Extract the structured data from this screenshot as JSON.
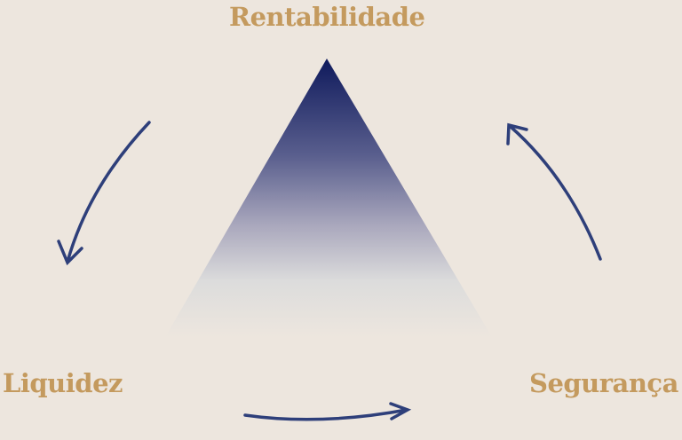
{
  "labels": {
    "top": "Rentabilidade",
    "left": "Liquidez",
    "right": "Segurança"
  },
  "colors": {
    "label": "#c49a5e",
    "arrow": "#2e3f7a",
    "triangle_top": "#0f1a5c",
    "background": "#ede6de"
  }
}
